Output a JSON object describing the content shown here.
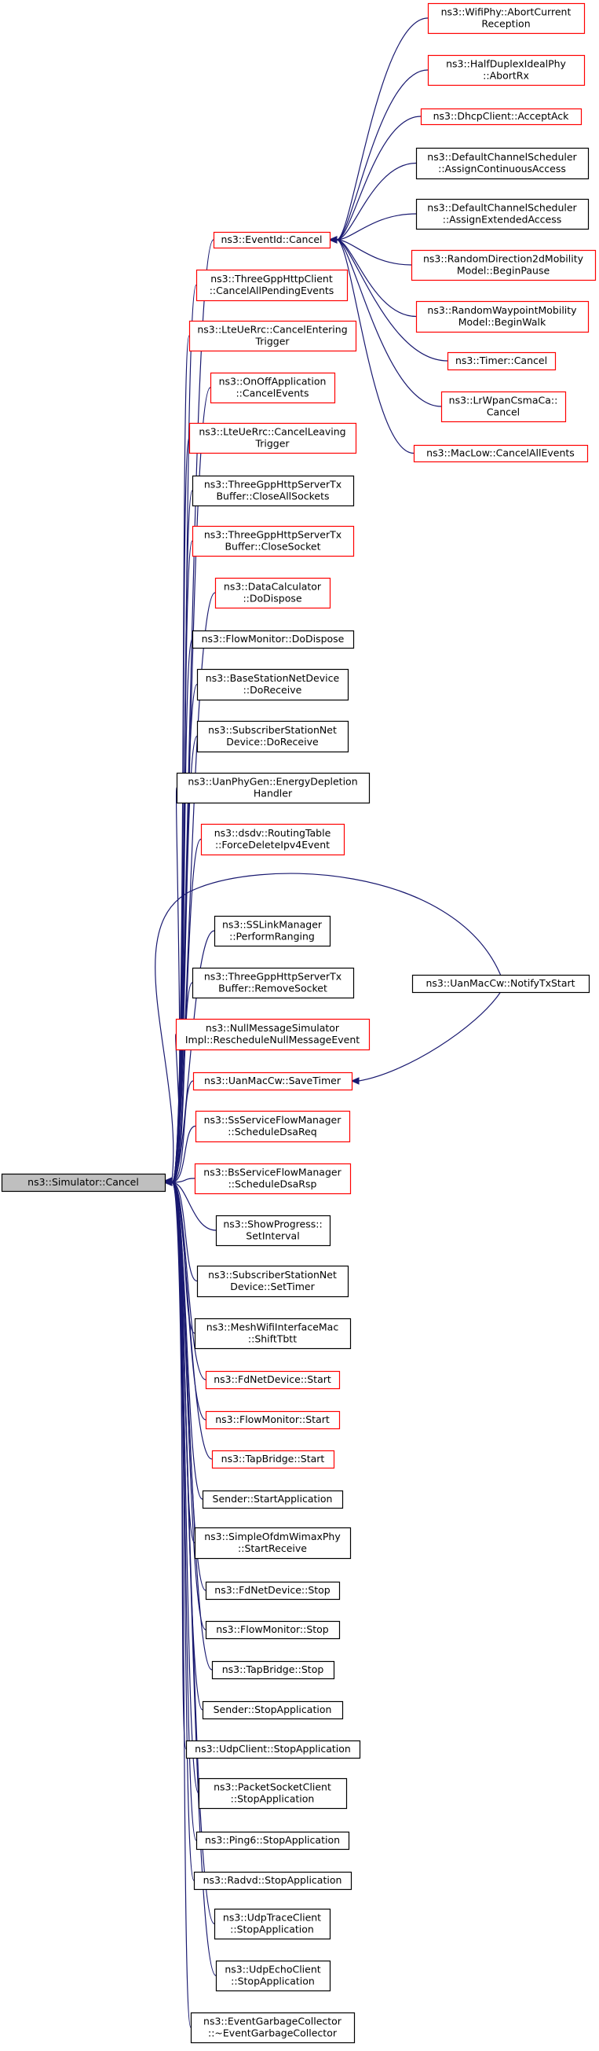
{
  "colors": {
    "edge": "#191970",
    "focus_fill": "#bfbfbf",
    "focus_border": "#000000",
    "link_border": "#ff0000",
    "normal_border": "#000000",
    "node_fill": "#ffffff"
  },
  "nodes": [
    {
      "id": "root",
      "lines": [
        "ns3::Simulator::Cancel"
      ],
      "style": "focus"
    },
    {
      "id": "eventid_cancel",
      "lines": [
        "ns3::EventId::Cancel"
      ],
      "style": "red"
    },
    {
      "id": "uanmaccw_notify",
      "lines": [
        "ns3::UanMacCw::NotifyTxStart"
      ],
      "style": "black"
    },
    {
      "id": "wifiphy_abort",
      "lines": [
        "ns3::WifiPhy::AbortCurrent",
        "Reception"
      ],
      "style": "red"
    },
    {
      "id": "halfduplex_abort",
      "lines": [
        "ns3::HalfDuplexIdealPhy",
        "::AbortRx"
      ],
      "style": "red"
    },
    {
      "id": "dhcp_accept",
      "lines": [
        "ns3::DhcpClient::AcceptAck"
      ],
      "style": "red"
    },
    {
      "id": "dcs_continuous",
      "lines": [
        "ns3::DefaultChannelScheduler",
        "::AssignContinuousAccess"
      ],
      "style": "black"
    },
    {
      "id": "dcs_extended",
      "lines": [
        "ns3::DefaultChannelScheduler",
        "::AssignExtendedAccess"
      ],
      "style": "black"
    },
    {
      "id": "rd2d_beginpause",
      "lines": [
        "ns3::RandomDirection2dMobility",
        "Model::BeginPause"
      ],
      "style": "red"
    },
    {
      "id": "rwp_beginwalk",
      "lines": [
        "ns3::RandomWaypointMobility",
        "Model::BeginWalk"
      ],
      "style": "red"
    },
    {
      "id": "timer_cancel",
      "lines": [
        "ns3::Timer::Cancel"
      ],
      "style": "red"
    },
    {
      "id": "lrwpan_cancel",
      "lines": [
        "ns3::LrWpanCsmaCa::",
        "Cancel"
      ],
      "style": "red"
    },
    {
      "id": "maclow_cancel",
      "lines": [
        "ns3::MacLow::CancelAllEvents"
      ],
      "style": "red"
    },
    {
      "id": "c01",
      "lines": [
        "ns3::ThreeGppHttpClient",
        "::CancelAllPendingEvents"
      ],
      "style": "red"
    },
    {
      "id": "c02",
      "lines": [
        "ns3::LteUeRrc::CancelEntering",
        "Trigger"
      ],
      "style": "red"
    },
    {
      "id": "c03",
      "lines": [
        "ns3::OnOffApplication",
        "::CancelEvents"
      ],
      "style": "red"
    },
    {
      "id": "c04",
      "lines": [
        "ns3::LteUeRrc::CancelLeaving",
        "Trigger"
      ],
      "style": "red"
    },
    {
      "id": "c05",
      "lines": [
        "ns3::ThreeGppHttpServerTx",
        "Buffer::CloseAllSockets"
      ],
      "style": "black"
    },
    {
      "id": "c06",
      "lines": [
        "ns3::ThreeGppHttpServerTx",
        "Buffer::CloseSocket"
      ],
      "style": "red"
    },
    {
      "id": "c07",
      "lines": [
        "ns3::DataCalculator",
        "::DoDispose"
      ],
      "style": "red"
    },
    {
      "id": "c08",
      "lines": [
        "ns3::FlowMonitor::DoDispose"
      ],
      "style": "black"
    },
    {
      "id": "c09",
      "lines": [
        "ns3::BaseStationNetDevice",
        "::DoReceive"
      ],
      "style": "black"
    },
    {
      "id": "c10",
      "lines": [
        "ns3::SubscriberStationNet",
        "Device::DoReceive"
      ],
      "style": "black"
    },
    {
      "id": "c11",
      "lines": [
        "ns3::UanPhyGen::EnergyDepletion",
        "Handler"
      ],
      "style": "black"
    },
    {
      "id": "c12",
      "lines": [
        "ns3::dsdv::RoutingTable",
        "::ForceDeleteIpv4Event"
      ],
      "style": "red"
    },
    {
      "id": "c13",
      "lines": [
        "ns3::SSLinkManager",
        "::PerformRanging"
      ],
      "style": "black"
    },
    {
      "id": "c14",
      "lines": [
        "ns3::ThreeGppHttpServerTx",
        "Buffer::RemoveSocket"
      ],
      "style": "black"
    },
    {
      "id": "c15",
      "lines": [
        "ns3::NullMessageSimulator",
        "Impl::RescheduleNullMessageEvent"
      ],
      "style": "red"
    },
    {
      "id": "c16",
      "lines": [
        "ns3::UanMacCw::SaveTimer"
      ],
      "style": "red"
    },
    {
      "id": "c17",
      "lines": [
        "ns3::SsServiceFlowManager",
        "::ScheduleDsaReq"
      ],
      "style": "red"
    },
    {
      "id": "c18",
      "lines": [
        "ns3::BsServiceFlowManager",
        "::ScheduleDsaRsp"
      ],
      "style": "red"
    },
    {
      "id": "c19",
      "lines": [
        "ns3::ShowProgress::",
        "SetInterval"
      ],
      "style": "black"
    },
    {
      "id": "c20",
      "lines": [
        "ns3::SubscriberStationNet",
        "Device::SetTimer"
      ],
      "style": "black"
    },
    {
      "id": "c21",
      "lines": [
        "ns3::MeshWifiInterfaceMac",
        "::ShiftTbtt"
      ],
      "style": "black"
    },
    {
      "id": "c22",
      "lines": [
        "ns3::FdNetDevice::Start"
      ],
      "style": "red"
    },
    {
      "id": "c23",
      "lines": [
        "ns3::FlowMonitor::Start"
      ],
      "style": "red"
    },
    {
      "id": "c24",
      "lines": [
        "ns3::TapBridge::Start"
      ],
      "style": "red"
    },
    {
      "id": "c25",
      "lines": [
        "Sender::StartApplication"
      ],
      "style": "black"
    },
    {
      "id": "c26",
      "lines": [
        "ns3::SimpleOfdmWimaxPhy",
        "::StartReceive"
      ],
      "style": "black"
    },
    {
      "id": "c27",
      "lines": [
        "ns3::FdNetDevice::Stop"
      ],
      "style": "black"
    },
    {
      "id": "c28",
      "lines": [
        "ns3::FlowMonitor::Stop"
      ],
      "style": "black"
    },
    {
      "id": "c29",
      "lines": [
        "ns3::TapBridge::Stop"
      ],
      "style": "black"
    },
    {
      "id": "c30",
      "lines": [
        "Sender::StopApplication"
      ],
      "style": "black"
    },
    {
      "id": "c31",
      "lines": [
        "ns3::UdpClient::StopApplication"
      ],
      "style": "black"
    },
    {
      "id": "c32",
      "lines": [
        "ns3::PacketSocketClient",
        "::StopApplication"
      ],
      "style": "black"
    },
    {
      "id": "c33",
      "lines": [
        "ns3::Ping6::StopApplication"
      ],
      "style": "black"
    },
    {
      "id": "c34",
      "lines": [
        "ns3::Radvd::StopApplication"
      ],
      "style": "black"
    },
    {
      "id": "c35",
      "lines": [
        "ns3::UdpTraceClient",
        "::StopApplication"
      ],
      "style": "black"
    },
    {
      "id": "c36",
      "lines": [
        "ns3::UdpEchoClient",
        "::StopApplication"
      ],
      "style": "black"
    },
    {
      "id": "c37",
      "lines": [
        "ns3::EventGarbageCollector",
        "::~EventGarbageCollector"
      ],
      "style": "black"
    }
  ],
  "edges": [
    {
      "from": "eventid_cancel",
      "to": "root"
    },
    {
      "from": "wifiphy_abort",
      "to": "eventid_cancel"
    },
    {
      "from": "halfduplex_abort",
      "to": "eventid_cancel"
    },
    {
      "from": "dhcp_accept",
      "to": "eventid_cancel"
    },
    {
      "from": "dcs_continuous",
      "to": "eventid_cancel"
    },
    {
      "from": "dcs_extended",
      "to": "eventid_cancel"
    },
    {
      "from": "rd2d_beginpause",
      "to": "eventid_cancel"
    },
    {
      "from": "rwp_beginwalk",
      "to": "eventid_cancel"
    },
    {
      "from": "timer_cancel",
      "to": "eventid_cancel"
    },
    {
      "from": "lrwpan_cancel",
      "to": "eventid_cancel"
    },
    {
      "from": "maclow_cancel",
      "to": "eventid_cancel"
    },
    {
      "from": "c01",
      "to": "root"
    },
    {
      "from": "c02",
      "to": "root"
    },
    {
      "from": "c03",
      "to": "root"
    },
    {
      "from": "c04",
      "to": "root"
    },
    {
      "from": "c05",
      "to": "root"
    },
    {
      "from": "c06",
      "to": "root"
    },
    {
      "from": "c07",
      "to": "root"
    },
    {
      "from": "c08",
      "to": "root"
    },
    {
      "from": "c09",
      "to": "root"
    },
    {
      "from": "c10",
      "to": "root"
    },
    {
      "from": "c11",
      "to": "root"
    },
    {
      "from": "c12",
      "to": "root"
    },
    {
      "from": "uanmaccw_notify",
      "to": "root"
    },
    {
      "from": "c13",
      "to": "root"
    },
    {
      "from": "c14",
      "to": "root"
    },
    {
      "from": "c15",
      "to": "root"
    },
    {
      "from": "c16",
      "to": "root"
    },
    {
      "from": "uanmaccw_notify",
      "to": "c16"
    },
    {
      "from": "c17",
      "to": "root"
    },
    {
      "from": "c18",
      "to": "root"
    },
    {
      "from": "c19",
      "to": "root"
    },
    {
      "from": "c20",
      "to": "root"
    },
    {
      "from": "c21",
      "to": "root"
    },
    {
      "from": "c22",
      "to": "root"
    },
    {
      "from": "c23",
      "to": "root"
    },
    {
      "from": "c24",
      "to": "root"
    },
    {
      "from": "c25",
      "to": "root"
    },
    {
      "from": "c26",
      "to": "root"
    },
    {
      "from": "c27",
      "to": "root"
    },
    {
      "from": "c28",
      "to": "root"
    },
    {
      "from": "c29",
      "to": "root"
    },
    {
      "from": "c30",
      "to": "root"
    },
    {
      "from": "c31",
      "to": "root"
    },
    {
      "from": "c32",
      "to": "root"
    },
    {
      "from": "c33",
      "to": "root"
    },
    {
      "from": "c34",
      "to": "root"
    },
    {
      "from": "c35",
      "to": "root"
    },
    {
      "from": "c36",
      "to": "root"
    },
    {
      "from": "c37",
      "to": "root"
    }
  ]
}
